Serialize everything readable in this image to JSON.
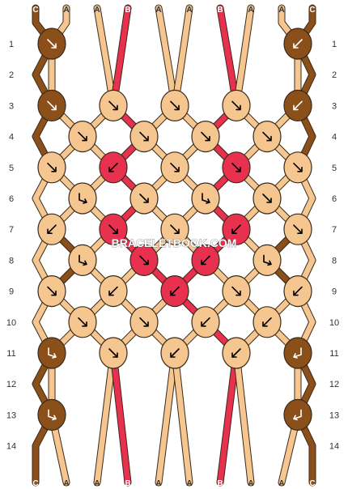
{
  "colors": {
    "C": "#8B4F1A",
    "A": "#F5C690",
    "B": "#E8304F"
  },
  "top_labels": [
    "C",
    "A",
    "A",
    "B",
    "A",
    "A",
    "B",
    "A",
    "A",
    "C"
  ],
  "bottom_labels": [
    "C",
    "A",
    "A",
    "B",
    "A",
    "A",
    "B",
    "A",
    "A",
    "C"
  ],
  "row_numbers": [
    "1",
    "2",
    "3",
    "4",
    "5",
    "6",
    "7",
    "8",
    "9",
    "10",
    "11",
    "12",
    "13",
    "14"
  ],
  "watermark": "BRACELETBOOK.COM",
  "knots": [
    {
      "row": 1,
      "col": 0,
      "color": "C",
      "dir": "se"
    },
    {
      "row": 1,
      "col": 8,
      "color": "C",
      "dir": "sw"
    },
    {
      "row": 3,
      "col": 0,
      "color": "C",
      "dir": "se"
    },
    {
      "row": 3,
      "col": 2,
      "color": "A",
      "dir": "se"
    },
    {
      "row": 3,
      "col": 4,
      "color": "A",
      "dir": "se"
    },
    {
      "row": 3,
      "col": 6,
      "color": "A",
      "dir": "se"
    },
    {
      "row": 3,
      "col": 8,
      "color": "C",
      "dir": "sw"
    },
    {
      "row": 4,
      "col": 1,
      "color": "A",
      "dir": "se"
    },
    {
      "row": 4,
      "col": 3,
      "color": "A",
      "dir": "se"
    },
    {
      "row": 4,
      "col": 5,
      "color": "A",
      "dir": "se"
    },
    {
      "row": 4,
      "col": 7,
      "color": "A",
      "dir": "se"
    },
    {
      "row": 5,
      "col": 0,
      "color": "A",
      "dir": "se"
    },
    {
      "row": 5,
      "col": 2,
      "color": "B",
      "dir": "sw"
    },
    {
      "row": 5,
      "col": 4,
      "color": "A",
      "dir": "se"
    },
    {
      "row": 5,
      "col": 6,
      "color": "B",
      "dir": "se"
    },
    {
      "row": 5,
      "col": 8,
      "color": "A",
      "dir": "se"
    },
    {
      "row": 6,
      "col": 1,
      "color": "A",
      "dir": "se-r"
    },
    {
      "row": 6,
      "col": 3,
      "color": "A",
      "dir": "se"
    },
    {
      "row": 6,
      "col": 5,
      "color": "A",
      "dir": "se-r"
    },
    {
      "row": 6,
      "col": 7,
      "color": "A",
      "dir": "se"
    },
    {
      "row": 7,
      "col": 0,
      "color": "A",
      "dir": "sw"
    },
    {
      "row": 7,
      "col": 2,
      "color": "B",
      "dir": "se"
    },
    {
      "row": 7,
      "col": 4,
      "color": "A",
      "dir": "se"
    },
    {
      "row": 7,
      "col": 6,
      "color": "B",
      "dir": "sw"
    },
    {
      "row": 7,
      "col": 8,
      "color": "A",
      "dir": "se"
    },
    {
      "row": 8,
      "col": 1,
      "color": "A",
      "dir": "se-r"
    },
    {
      "row": 8,
      "col": 3,
      "color": "B",
      "dir": "se"
    },
    {
      "row": 8,
      "col": 5,
      "color": "B",
      "dir": "sw"
    },
    {
      "row": 8,
      "col": 7,
      "color": "A",
      "dir": "se-r"
    },
    {
      "row": 9,
      "col": 0,
      "color": "A",
      "dir": "se"
    },
    {
      "row": 9,
      "col": 2,
      "color": "A",
      "dir": "sw"
    },
    {
      "row": 9,
      "col": 4,
      "color": "B",
      "dir": "sw"
    },
    {
      "row": 9,
      "col": 6,
      "color": "A",
      "dir": "se"
    },
    {
      "row": 9,
      "col": 8,
      "color": "A",
      "dir": "sw"
    },
    {
      "row": 10,
      "col": 1,
      "color": "A",
      "dir": "se"
    },
    {
      "row": 10,
      "col": 3,
      "color": "A",
      "dir": "se"
    },
    {
      "row": 10,
      "col": 5,
      "color": "A",
      "dir": "sw"
    },
    {
      "row": 10,
      "col": 7,
      "color": "A",
      "dir": "sw"
    },
    {
      "row": 11,
      "col": 0,
      "color": "C",
      "dir": "se-r"
    },
    {
      "row": 11,
      "col": 2,
      "color": "A",
      "dir": "se"
    },
    {
      "row": 11,
      "col": 4,
      "color": "A",
      "dir": "sw"
    },
    {
      "row": 11,
      "col": 6,
      "color": "A",
      "dir": "sw"
    },
    {
      "row": 11,
      "col": 8,
      "color": "C",
      "dir": "sw-r"
    },
    {
      "row": 13,
      "col": 0,
      "color": "C",
      "dir": "se-r"
    },
    {
      "row": 13,
      "col": 8,
      "color": "C",
      "dir": "sw-r"
    }
  ]
}
